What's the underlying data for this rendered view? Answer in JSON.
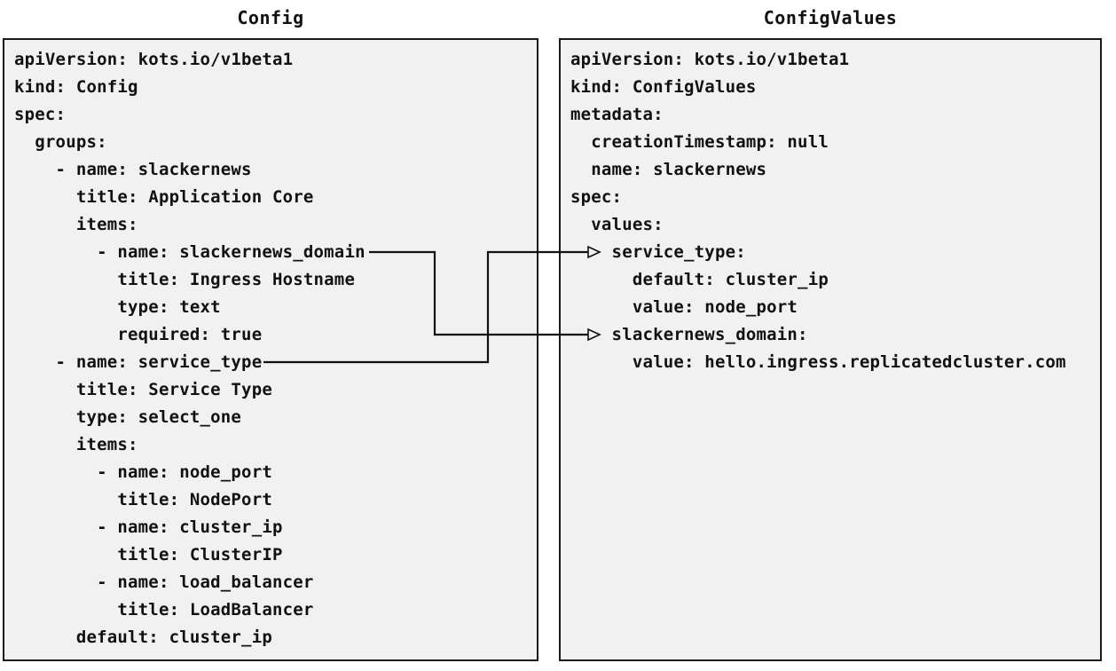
{
  "diagram": {
    "left_panel": {
      "title": "Config",
      "code": "apiVersion: kots.io/v1beta1\nkind: Config\nspec:\n  groups:\n    - name: slackernews\n      title: Application Core\n      items:\n        - name: slackernews_domain\n          title: Ingress Hostname\n          type: text\n          required: true\n    - name: service_type\n      title: Service Type\n      type: select_one\n      items:\n        - name: node_port\n          title: NodePort\n        - name: cluster_ip\n          title: ClusterIP\n        - name: load_balancer\n          title: LoadBalancer\n      default: cluster_ip"
    },
    "right_panel": {
      "title": "ConfigValues",
      "code": "apiVersion: kots.io/v1beta1\nkind: ConfigValues\nmetadata:\n  creationTimestamp: null\n  name: slackernews\nspec:\n  values:\n    service_type:\n      default: cluster_ip\n      value: node_port\n    slackernews_domain:\n      value: hello.ingress.replicatedcluster.com"
    },
    "arrows": [
      {
        "from": "Config item name: slackernews_domain",
        "to": "ConfigValues spec.values.slackernews_domain"
      },
      {
        "from": "Config item name: service_type",
        "to": "ConfigValues spec.values.service_type"
      }
    ],
    "colors": {
      "page_bg": "#ffffff",
      "panel_bg": "#f1f1f1",
      "panel_border": "#1a1a1a",
      "text": "#111111",
      "arrow": "#111111"
    }
  }
}
